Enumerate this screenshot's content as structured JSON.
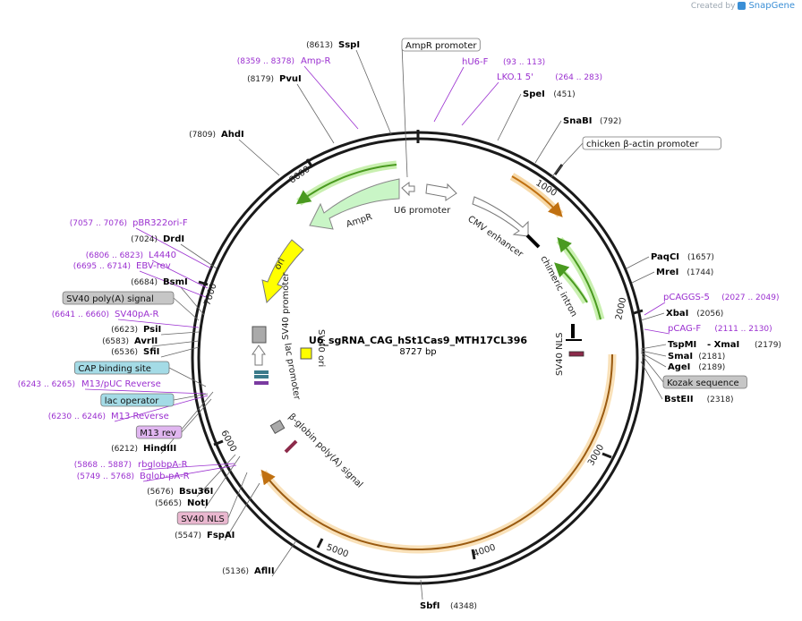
{
  "brand": {
    "created_by": "Created by",
    "name": "SnapGene"
  },
  "map": {
    "name": "U6_sgRNA_CAG_hSt1Cas9_MTH17CL396",
    "length_label": "8727 bp",
    "length": 8727,
    "tick_labels": [
      "1000",
      "2000",
      "3000",
      "4000",
      "5000",
      "6000",
      "7000",
      "8000"
    ]
  },
  "sites": [
    {
      "name": "SspI",
      "pos": "(8613)"
    },
    {
      "name": "PvuI",
      "pos": "(8179)"
    },
    {
      "name": "AhdI",
      "pos": "(7809)"
    },
    {
      "name": "DrdI",
      "pos": "(7024)"
    },
    {
      "name": "BsmI",
      "pos": "(6684)"
    },
    {
      "name": "PsiI",
      "pos": "(6623)"
    },
    {
      "name": "AvrII",
      "pos": "(6583)"
    },
    {
      "name": "SfiI",
      "pos": "(6536)"
    },
    {
      "name": "HindIII",
      "pos": "(6212)"
    },
    {
      "name": "Bsu36I",
      "pos": "(5676)"
    },
    {
      "name": "NotI",
      "pos": "(5665)"
    },
    {
      "name": "FspAI",
      "pos": "(5547)"
    },
    {
      "name": "AflII",
      "pos": "(5136)"
    },
    {
      "name": "SbfI",
      "pos": "(4348)"
    },
    {
      "name": "SpeI",
      "pos": "(451)"
    },
    {
      "name": "SnaBI",
      "pos": "(792)"
    },
    {
      "name": "PaqCI",
      "pos": "(1657)"
    },
    {
      "name": "MreI",
      "pos": "(1744)"
    },
    {
      "name": "XbaI",
      "pos": "(2056)"
    },
    {
      "name": "TspMI",
      "pos": "- XmaI"
    },
    {
      "name": "SmaI",
      "pos": "(2181)"
    },
    {
      "name": "AgeI",
      "pos": "(2189)"
    },
    {
      "name": "BstEII",
      "pos": "(2318)"
    },
    {
      "name": "",
      "pos": "(2179)"
    }
  ],
  "primers": [
    {
      "name": "Amp-R",
      "range": "(8359 .. 8378)"
    },
    {
      "name": "hU6-F",
      "range": "(93 .. 113)"
    },
    {
      "name": "LKO.1 5'",
      "range": "(264 .. 283)"
    },
    {
      "name": "pBR322ori-F",
      "range": "(7057 .. 7076)"
    },
    {
      "name": "L4440",
      "range": "(6806 .. 6823)"
    },
    {
      "name": "EBV-rev",
      "range": "(6695 .. 6714)"
    },
    {
      "name": "SV40pA-R",
      "range": "(6641 .. 6660)"
    },
    {
      "name": "M13/pUC Reverse",
      "range": "(6243 .. 6265)"
    },
    {
      "name": "M13 Reverse",
      "range": "(6230 .. 6246)"
    },
    {
      "name": "rbglobpA-R",
      "range": "(5868 .. 5887)"
    },
    {
      "name": "Bglob-pA-R",
      "range": "(5749 .. 5768)"
    },
    {
      "name": "pCAGGS-5",
      "range": "(2027 .. 2049)"
    },
    {
      "name": "pCAG-F",
      "range": "(2111 .. 2130)"
    }
  ],
  "boxed_features": [
    {
      "name": "AmpR promoter"
    },
    {
      "name": "chicken β-actin promoter"
    },
    {
      "name": "SV40 poly(A) signal"
    },
    {
      "name": "CAP binding site"
    },
    {
      "name": "lac operator"
    },
    {
      "name": "M13 rev"
    },
    {
      "name": "SV40 NLS"
    },
    {
      "name": "Kozak sequence"
    }
  ],
  "feature_labels": {
    "u6_promoter": "U6 promoter",
    "ampr": "AmpR",
    "ori": "ori",
    "cmv_enhancer": "CMV enhancer",
    "chimeric_intron": "chimeric intron",
    "sv40_nls": "SV40 NLS",
    "sv40_promoter": "SV40 promoter",
    "sv40_ori": "SV40 ori",
    "lac_promoter": "lac promoter",
    "beta_globin": "β-globin poly(A) signal"
  },
  "colors": {
    "backbone": "#1a1a1a",
    "site_text": "#000000",
    "primer_text": "#9b30d0",
    "pos_text": "#222222",
    "ampr_fill": "#c9f5c6",
    "ori_fill": "#ffff00",
    "cas9_fill": "#f7c98a",
    "green_band": "#58b82a",
    "orange_band": "#e8a040",
    "gray_box": "#c6c6c6",
    "cyan_box": "#a4dbe6",
    "pink_box": "#e9b7cf",
    "violet_box": "#e0b6f0"
  }
}
